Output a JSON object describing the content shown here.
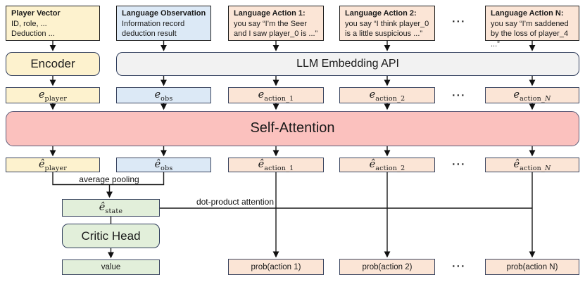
{
  "figure": {
    "type": "architecture-diagram",
    "title_implicit": "LLM embedding + self-attention actor-critic architecture"
  },
  "top": {
    "player_vector": {
      "title": "Player Vector",
      "lines": [
        "ID, role, ...",
        "Deduction ..."
      ]
    },
    "language_observation": {
      "title": "Language Observation",
      "lines": [
        "Information record",
        "deduction result"
      ]
    },
    "action_1": {
      "title": "Language Action 1:",
      "body": "you say “I’m the Seer and I saw player_0 is ...”"
    },
    "action_2": {
      "title": "Language Action 2:",
      "body": "you say “I think player_0 is a little suspicious ...”"
    },
    "action_n": {
      "title": "Language Action N:",
      "body": "you say “I’m saddened by the loss of player_4 ...”"
    },
    "ellipsis": "···"
  },
  "encoders": {
    "encoder": "Encoder",
    "llm_api": "LLM Embedding API"
  },
  "embeddings": {
    "player": {
      "base": "e",
      "sub": "player"
    },
    "obs": {
      "base": "e",
      "sub": "obs"
    },
    "action_1": {
      "base": "e",
      "sub": "action_1"
    },
    "action_2": {
      "base": "e",
      "sub": "action_2"
    },
    "action_n": {
      "base": "e",
      "sub": "action_",
      "var": "N"
    },
    "ellipsis": "···"
  },
  "self_attention": {
    "label": "Self-Attention"
  },
  "attended": {
    "player": {
      "base": "ê",
      "sub": "player"
    },
    "obs": {
      "base": "ê",
      "sub": "obs"
    },
    "action_1": {
      "base": "ê",
      "sub": "action_1"
    },
    "action_2": {
      "base": "ê",
      "sub": "action_2"
    },
    "action_n": {
      "base": "ê",
      "sub": "action_",
      "var": "N"
    },
    "ellipsis": "···"
  },
  "pooling": {
    "average_label": "average pooling",
    "state": {
      "base": "ê",
      "sub": "state"
    },
    "dot_product_label": "dot-product attention"
  },
  "critic": {
    "head": "Critic Head",
    "value": "value"
  },
  "outputs": {
    "prob_1": "prob(action 1)",
    "prob_2": "prob(action 2)",
    "prob_n": "prob(action N)",
    "ellipsis": "···"
  },
  "colors": {
    "yellow": "#FDF2CE",
    "blue": "#DCE9F6",
    "peach": "#FBE5D6",
    "pink": "#FBC1BE",
    "green": "#E2EFDA",
    "gray": "#F2F2F2",
    "box_border": "#3A4560",
    "line": "#1A1A1A"
  }
}
